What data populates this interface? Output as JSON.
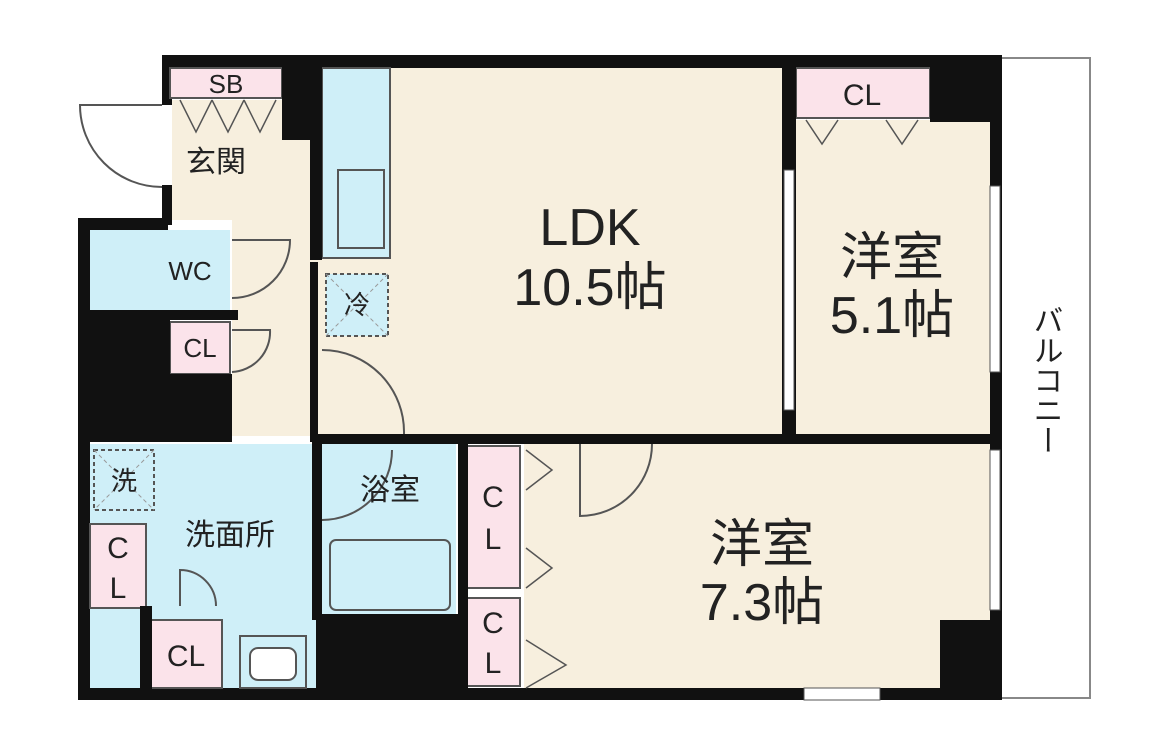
{
  "rooms": {
    "ldk": {
      "name": "LDK",
      "size": "10.5帖"
    },
    "western_small": {
      "name": "洋室",
      "size": "5.1帖"
    },
    "western_large": {
      "name": "洋室",
      "size": "7.3帖"
    },
    "entrance": "玄関",
    "toilet": "WC",
    "bath": "浴室",
    "washroom": "洗面所",
    "balcony": "バルコニー"
  },
  "storage": {
    "shoe_box": "SB",
    "closet": "CL",
    "closet_vertical": [
      "C",
      "L"
    ]
  },
  "appliances": {
    "fridge": "冷",
    "washer": "洗"
  },
  "colors": {
    "wall": "#111111",
    "floor": "#f7efde",
    "wet": "#cfeff8",
    "storage": "#fbe3ea"
  }
}
